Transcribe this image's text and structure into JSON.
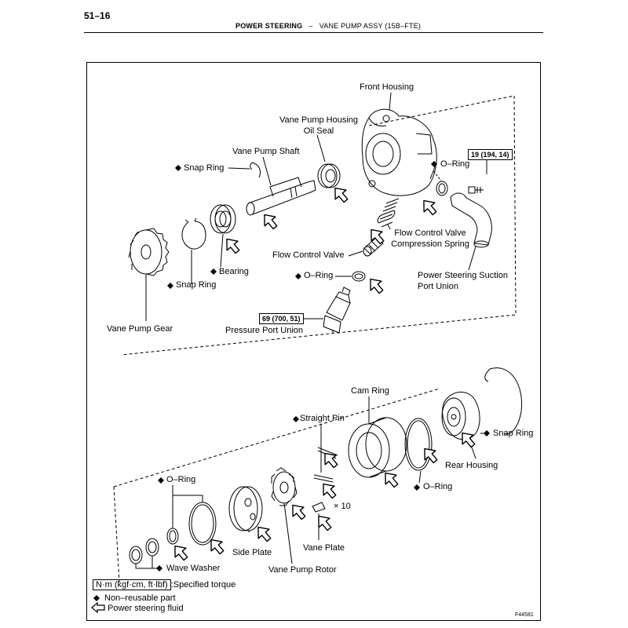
{
  "header": {
    "page_number": "51–16",
    "section": "POWER STEERING",
    "separator": "–",
    "subsection": "VANE PUMP ASSY (15B–FTE)"
  },
  "labels": {
    "front_housing": "Front Housing",
    "oil_seal_line1": "Vane Pump Housing",
    "oil_seal_line2": "Oil Seal",
    "vane_pump_shaft": "Vane Pump Shaft",
    "snap_ring_top": "Snap Ring",
    "o_ring_top": "O–Ring",
    "flow_control_spring_line1": "Flow Control Valve",
    "flow_control_spring_line2": "Compression Spring",
    "flow_control_valve": "Flow Control Valve",
    "o_ring_mid": "O–Ring",
    "bearing": "Bearing",
    "snap_ring_mid": "Snap Ring",
    "suction_union_line1": "Power Steering Suction",
    "suction_union_line2": "Port Union",
    "vane_pump_gear": "Vane Pump Gear",
    "pressure_port_union": "Pressure Port Union",
    "cam_ring": "Cam Ring",
    "straight_pin": "Straight Pin",
    "snap_ring_right": "Snap Ring",
    "rear_housing": "Rear Housing",
    "o_ring_right": "O–Ring",
    "o_ring_left": "O–Ring",
    "times_ten": "× 10",
    "vane_plate": "Vane Plate",
    "side_plate": "Side Plate",
    "vane_pump_rotor": "Vane Pump Rotor",
    "wave_washer": "Wave Washer"
  },
  "torque": {
    "suction": "19 (194, 14)",
    "pressure": "69 (700, 51)"
  },
  "legend": {
    "unit_box": "N·m (kgf·cm, ft·lbf)",
    "unit_desc": ":Specified torque",
    "nonreusable": "Non–reusable part",
    "fluid": "Power steering fluid"
  },
  "figure_number": "F44581"
}
